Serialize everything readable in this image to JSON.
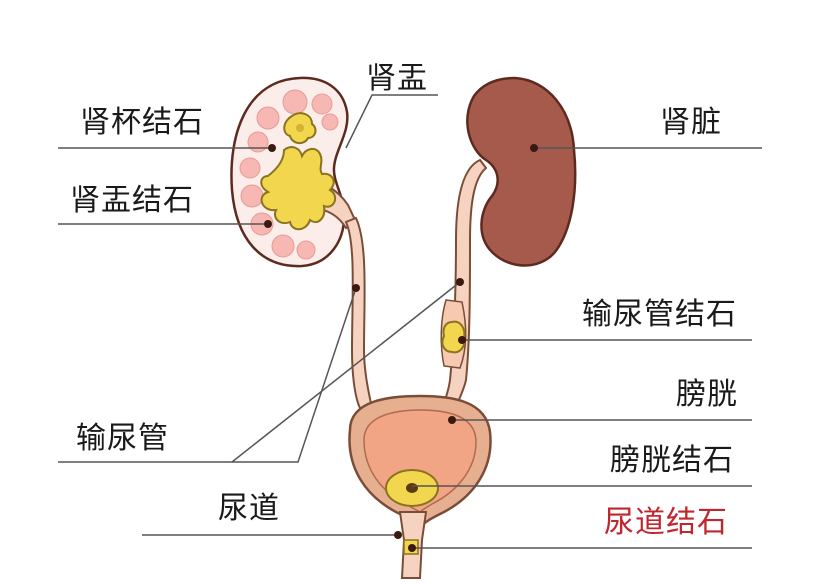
{
  "labels": {
    "renal_pelvis": "肾盂",
    "calyceal_stone": "肾杯结石",
    "pelvic_stone": "肾盂结石",
    "kidney": "肾脏",
    "ureteral_stone": "输尿管结石",
    "bladder": "膀胱",
    "ureter": "输尿管",
    "bladder_stone": "膀胱结石",
    "urethra": "尿道",
    "urethral_stone": "尿道结石"
  },
  "colors": {
    "kidney_fill": "#a65a4c",
    "kidney_outline": "#5e2a20",
    "tube_fill": "#f6d3c0",
    "tube_outline": "#7a4d38",
    "bladder_outer": "#e6b090",
    "bladder_inner": "#f2a585",
    "stone_yellow": "#f2d64e",
    "stone_outline": "#8a7320",
    "calyx_pink": "#f7b7b3",
    "leader_line": "#555555",
    "highlight_label": "#c0262d"
  }
}
